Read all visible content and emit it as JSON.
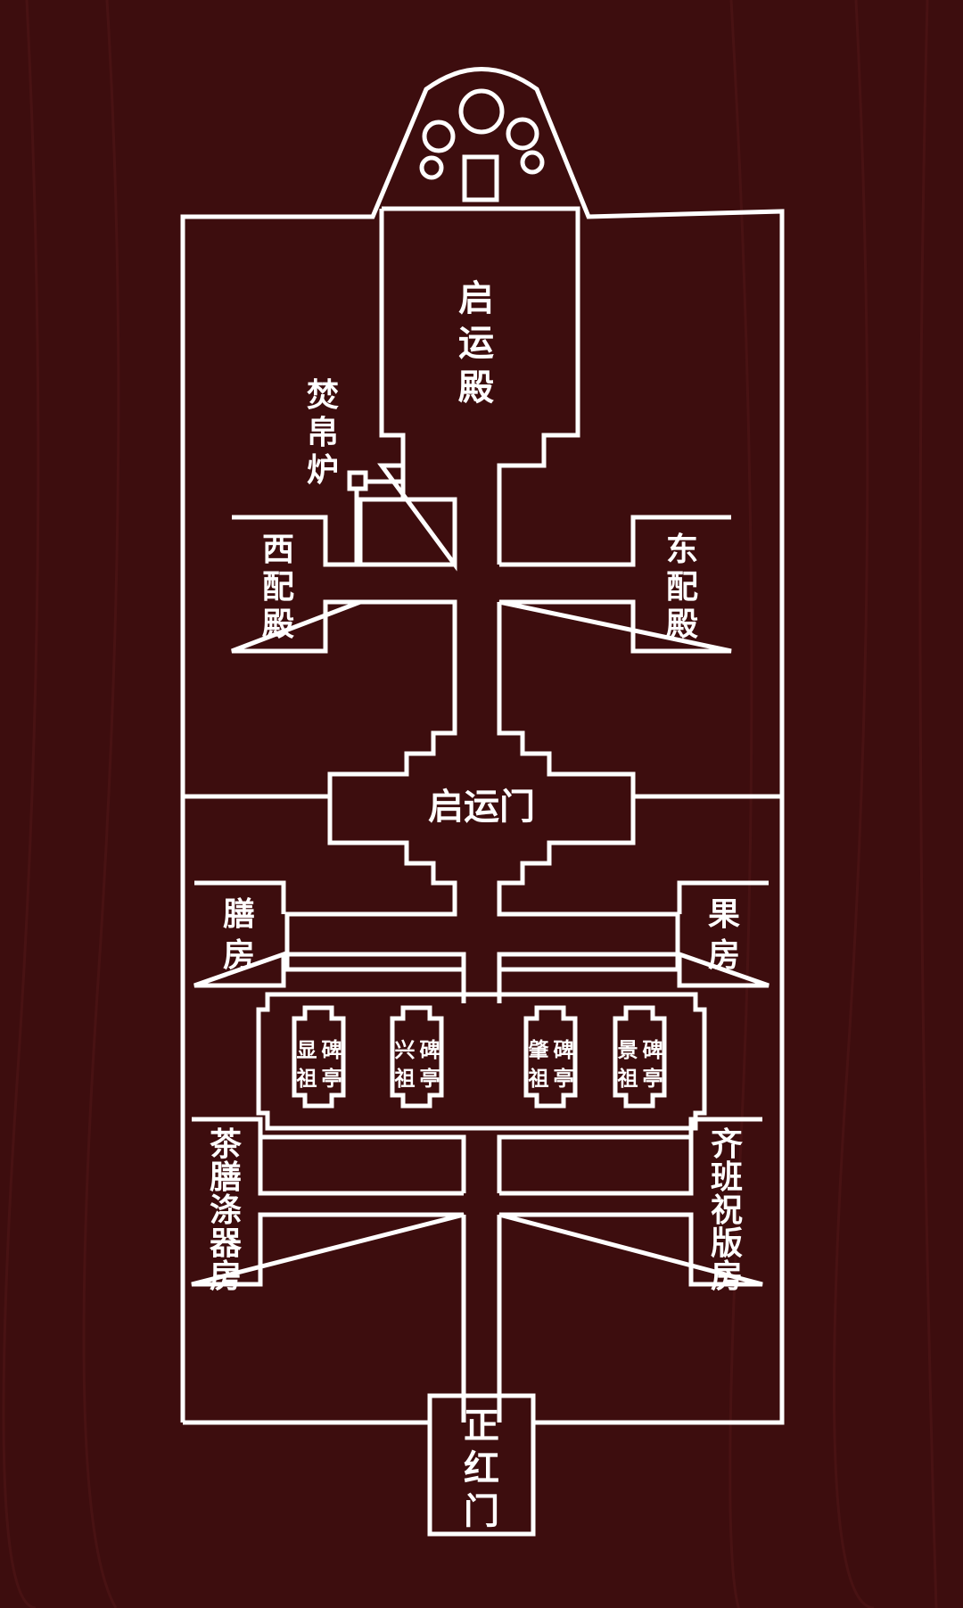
{
  "diagram": {
    "colors": {
      "background": "#3d0d0e",
      "line": "#ffffff",
      "text": "#ffffff"
    },
    "labels": {
      "main_hall": "启运殿",
      "incinerator": "焚帛炉",
      "west_side_hall": "西配殿",
      "east_side_hall": "东配殿",
      "gate": "启运门",
      "kitchen": "膳房",
      "fruit_room": "果房",
      "stele_xianzu": "显祖碑亭",
      "stele_xingzu": "兴祖碑亭",
      "stele_zhaozu": "肇祖碑亭",
      "stele_jingzu": "景祖碑亭",
      "tea_room": "茶膳涤器房",
      "qiban_room": "齐班祝版房",
      "main_gate": "正红门"
    }
  }
}
